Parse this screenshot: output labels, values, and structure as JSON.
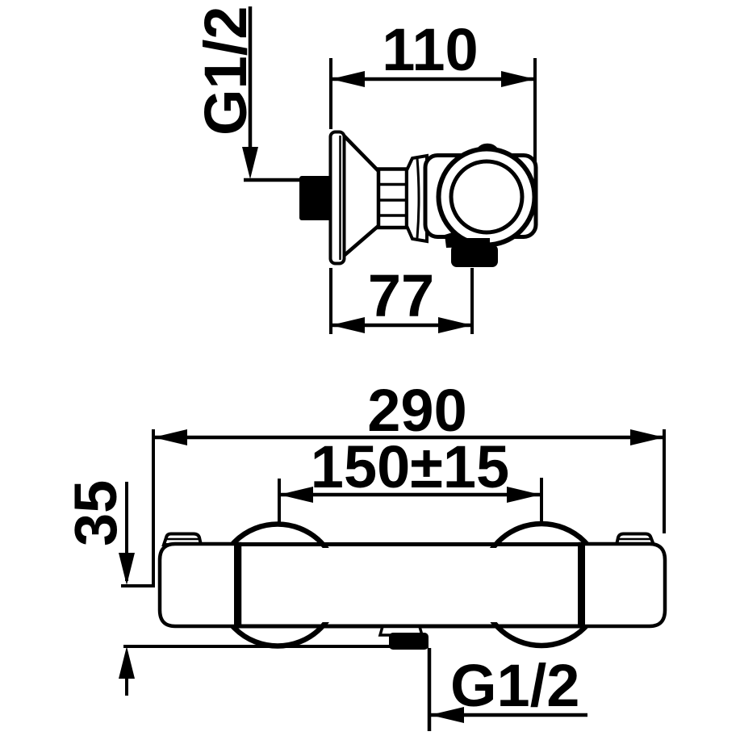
{
  "drawing": {
    "kind": "technical dimension drawing",
    "views": {
      "side_view": "shower mixer seen from the side with wall escutcheon, union nut and handle",
      "front_view": "shower mixer bar seen from the front with two connection hubs and bottom outlet"
    }
  },
  "dimensions": {
    "top_thread": "G1/2",
    "depth": "110",
    "outlet_depth": "77",
    "width": "290",
    "center_distance": "150±15",
    "axis_drop": "35",
    "bottom_thread": "G1/2"
  },
  "colors": {
    "line": "#000000",
    "background": "#ffffff"
  }
}
